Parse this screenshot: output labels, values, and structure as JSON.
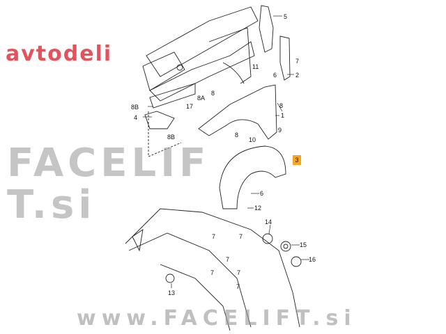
{
  "diagram": {
    "part_labels": [
      {
        "id": "5",
        "text": "5"
      },
      {
        "id": "2",
        "text": "2"
      },
      {
        "id": "7a",
        "text": "7"
      },
      {
        "id": "6a",
        "text": "6"
      },
      {
        "id": "11",
        "text": "11"
      },
      {
        "id": "8a",
        "text": "8"
      },
      {
        "id": "8b",
        "text": "8"
      },
      {
        "id": "8c",
        "text": "8"
      },
      {
        "id": "8A",
        "text": "8A"
      },
      {
        "id": "17",
        "text": "17"
      },
      {
        "id": "8B1",
        "text": "8B"
      },
      {
        "id": "4",
        "text": "4"
      },
      {
        "id": "8B2",
        "text": "8B"
      },
      {
        "id": "1",
        "text": "1"
      },
      {
        "id": "9",
        "text": "9"
      },
      {
        "id": "10",
        "text": "10"
      },
      {
        "id": "6b",
        "text": "6"
      },
      {
        "id": "12",
        "text": "12"
      },
      {
        "id": "14",
        "text": "14"
      },
      {
        "id": "15",
        "text": "15"
      },
      {
        "id": "16",
        "text": "16"
      },
      {
        "id": "13",
        "text": "13"
      },
      {
        "id": "7b",
        "text": "7"
      },
      {
        "id": "7c",
        "text": "7"
      },
      {
        "id": "7d",
        "text": "7"
      },
      {
        "id": "7e",
        "text": "7"
      },
      {
        "id": "7f",
        "text": "7"
      },
      {
        "id": "7g",
        "text": "7"
      }
    ],
    "highlighted_label": "3",
    "highlight_color": "#f6a623"
  },
  "watermark": {
    "main": "FACELIFT.si",
    "sub": "avtodeli",
    "url": "www.FACELIFT.si"
  }
}
